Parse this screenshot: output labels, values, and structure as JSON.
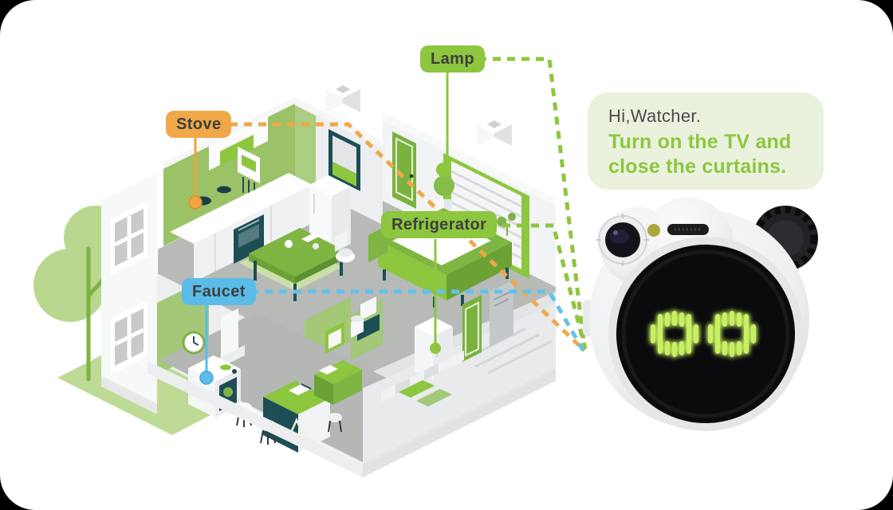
{
  "scene": {
    "kind": "smart-home-isometric-illustration",
    "background": "#FFFFFF",
    "outer_background": "#000000"
  },
  "annotations": {
    "stove": {
      "label": "Stove",
      "chip_color": "#F0A848"
    },
    "lamp": {
      "label": "Lamp",
      "chip_color": "#8DC63F"
    },
    "refrigerator": {
      "label": "Refrigerator",
      "chip_color": "#8DC63F"
    },
    "faucet": {
      "label": "Faucet",
      "chip_color": "#5BBCE8"
    },
    "text_color": "#3E3E3E"
  },
  "speech_bubble": {
    "greeting": "Hi,Watcher.",
    "command": [
      "Turn on the TV and",
      "close the curtains."
    ],
    "background": "#EAF2DE",
    "greeting_color": "#4A4A4A",
    "command_color": "#8DC63F"
  },
  "device": {
    "kind": "watcher-camera-robot",
    "body_color": "#EDEEF0",
    "screen_color": "#0B0B0D",
    "eye_color": "#C9F063",
    "led_color": "#A6A83C"
  },
  "palette": {
    "green": "#8DC63F",
    "green_dark": "#6CA136",
    "green_wall": "#9CC268",
    "green_light": "#B9D78E",
    "teal_dark": "#1D4E56",
    "orange": "#F0A848",
    "blue": "#5BBCE8",
    "floor_gray": "#B7BAB7",
    "wall_white": "#F2F3F4"
  }
}
